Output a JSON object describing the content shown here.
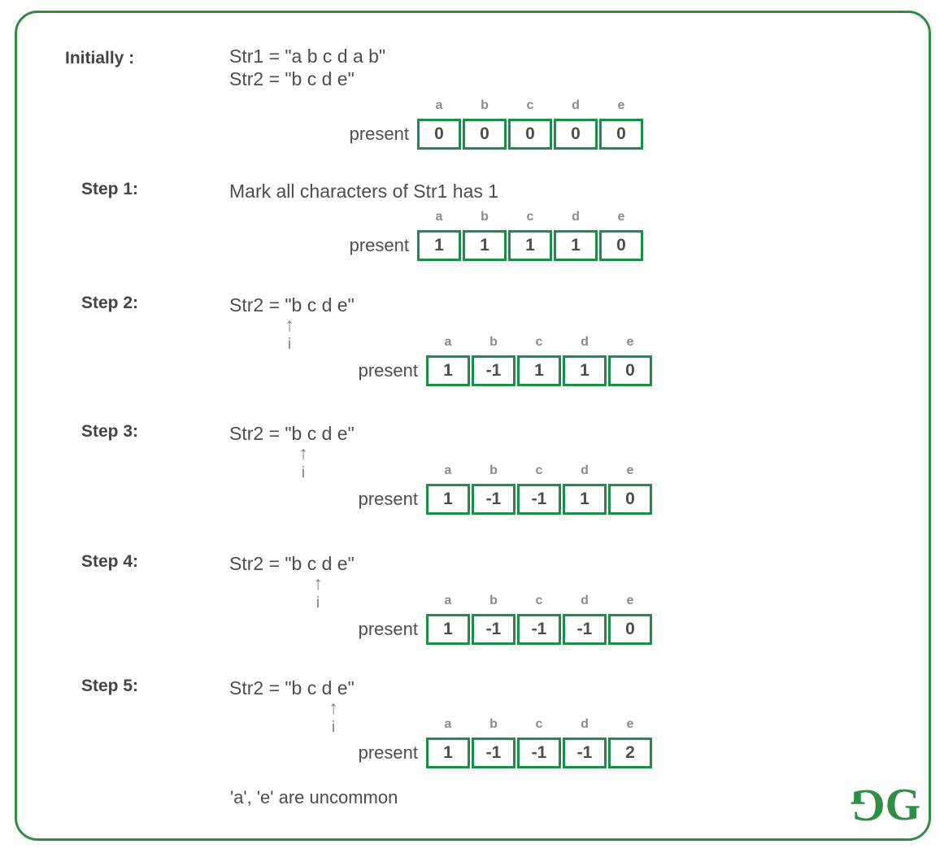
{
  "colors": {
    "frame_green": "#2f8d46",
    "table_border_green": "#1e8c4b",
    "text_dark": "#4d4d4d",
    "text_gray": "#8a8a8a"
  },
  "headers": [
    "a",
    "b",
    "c",
    "d",
    "e"
  ],
  "present_label": "present",
  "arrow_glyph": "↑",
  "sections": [
    {
      "label": "Initially :",
      "lines": [
        "Str1 = \"a b c d a b\"",
        "Str2 = \"b c d e\""
      ],
      "cells": [
        "0",
        "0",
        "0",
        "0",
        "0"
      ]
    },
    {
      "label": "Step 1:",
      "lines": [
        "Mark all characters of Str1 has 1"
      ],
      "cells": [
        "1",
        "1",
        "1",
        "1",
        "0"
      ]
    },
    {
      "label": "Step 2:",
      "lines": [
        "Str2 = \"b c d e\""
      ],
      "pointer": "i",
      "cells": [
        "1",
        "-1",
        "1",
        "1",
        "0"
      ]
    },
    {
      "label": "Step 3:",
      "lines": [
        "Str2 = \"b c d e\""
      ],
      "pointer": "i",
      "cells": [
        "1",
        "-1",
        "-1",
        "1",
        "0"
      ]
    },
    {
      "label": "Step 4:",
      "lines": [
        "Str2 = \"b c d e\""
      ],
      "pointer": "i",
      "cells": [
        "1",
        "-1",
        "-1",
        "-1",
        "0"
      ]
    },
    {
      "label": "Step 5:",
      "lines": [
        "Str2 = \"b c d e\""
      ],
      "pointer": "i",
      "cells": [
        "1",
        "-1",
        "-1",
        "-1",
        "2"
      ]
    }
  ],
  "conclusion": "'a', 'e' are uncommon",
  "logo": {
    "g_left": "G",
    "g_right": "G"
  }
}
